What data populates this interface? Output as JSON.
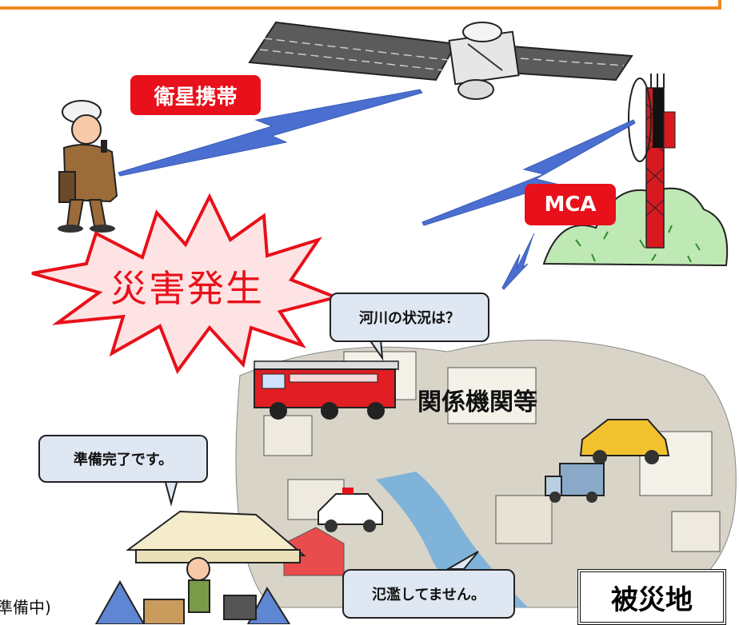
{
  "labels": {
    "satellite_phone": "衛星携帯",
    "mca": "MCA",
    "disaster": "災害発生",
    "agencies": "関係機関等",
    "affected_area": "被災地",
    "partial_left_text": "準備中)"
  },
  "bubbles": {
    "river_question": "河川の状況は？",
    "ready": "準備完了です。",
    "no_flood": "氾濫してません。"
  },
  "colors": {
    "frame_orange": "#f08a1e",
    "label_red": "#e8101a",
    "bubble_fill": "#dfe7f2",
    "starburst_fill": "#fde3e3",
    "signal_blue": "#4a6fd0",
    "mountain_green": "#bfe9b4",
    "tower_red": "#d71920"
  },
  "icons": [
    "satellite-icon",
    "radio-tower-icon",
    "fire-truck-icon",
    "worker-icon",
    "tent-icon",
    "police-car-icon",
    "taxi-icon",
    "ambulance-icon"
  ]
}
